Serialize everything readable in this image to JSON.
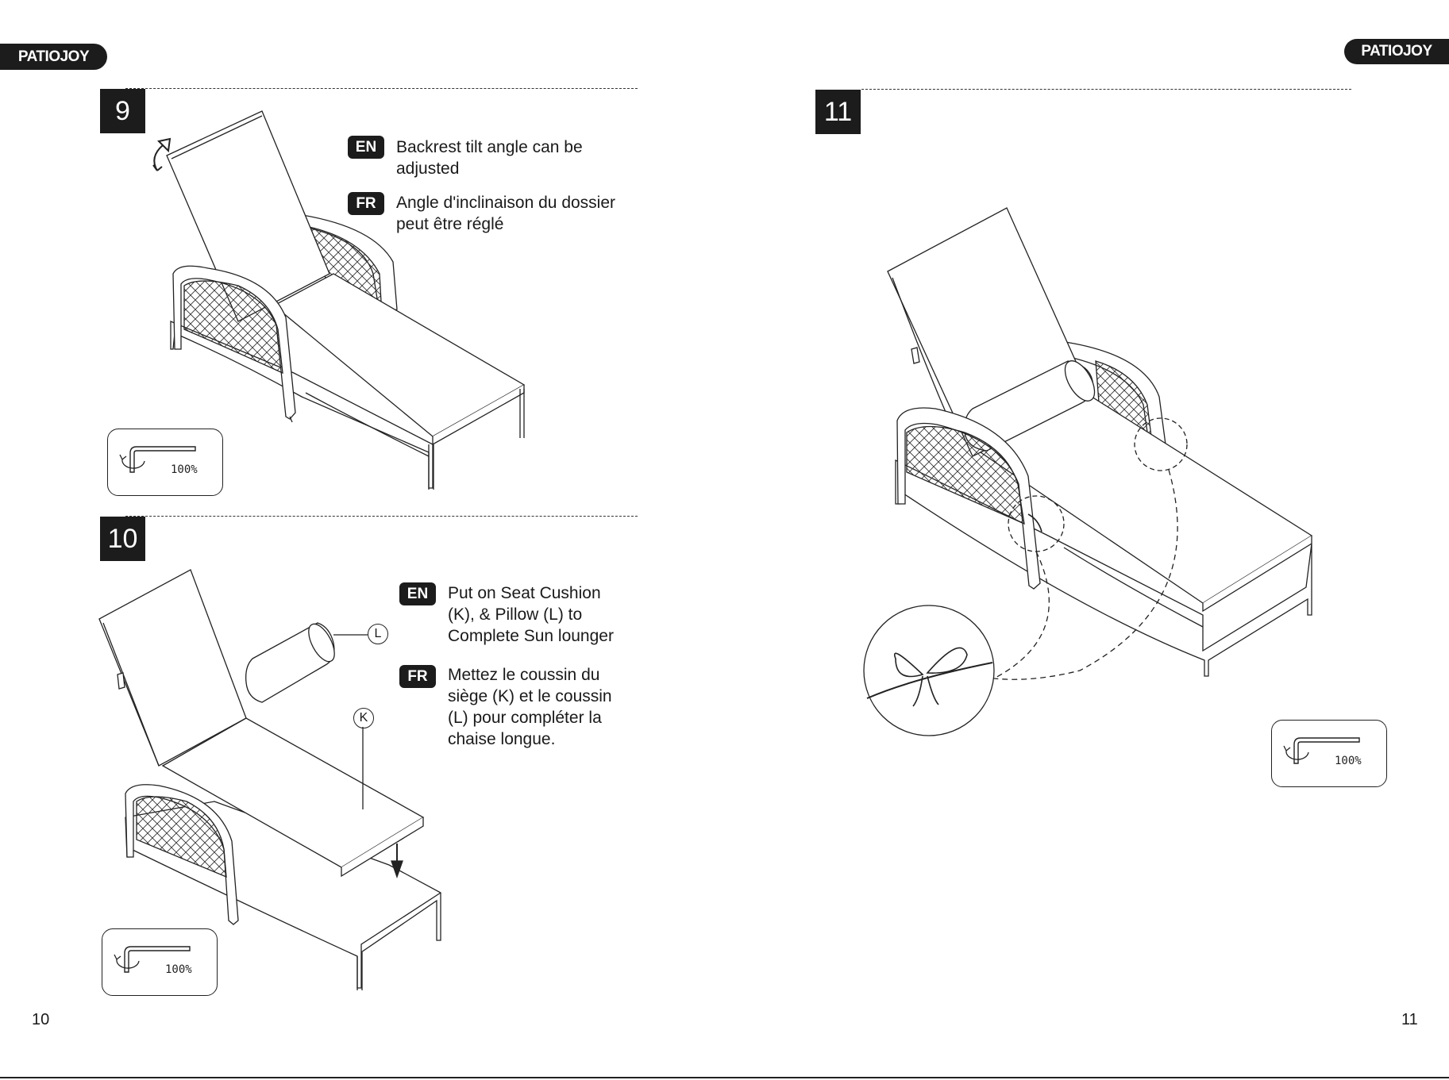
{
  "brand": {
    "logo_text": "PATIOJOY"
  },
  "page_left": {
    "number": "10",
    "steps": [
      {
        "step": "9",
        "en_badge": "EN",
        "en_text": "Backrest tilt angle can be\nadjusted",
        "fr_badge": "FR",
        "fr_text": "Angle d'inclinaison du dossier\npeut être réglé",
        "tool_label": "100%"
      },
      {
        "step": "10",
        "en_badge": "EN",
        "en_text": "Put on Seat Cushion\n(K), & Pillow (L) to\nComplete Sun lounger",
        "fr_badge": "FR",
        "fr_text": "Mettez le coussin du\nsiège (K) et le coussin\n(L) pour compléter la\nchaise longue.",
        "tool_label": "100%",
        "callouts": [
          "L",
          "K"
        ]
      }
    ]
  },
  "page_right": {
    "number": "11",
    "steps": [
      {
        "step": "11",
        "tool_label": "100%"
      }
    ]
  }
}
